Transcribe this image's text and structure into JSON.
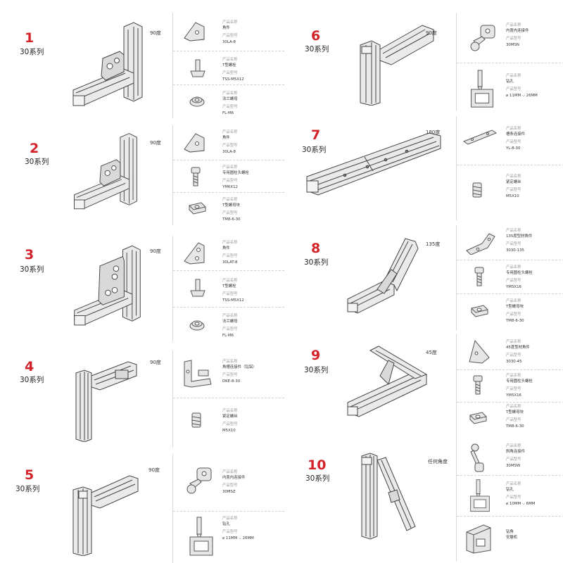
{
  "left": [
    {
      "number": "1",
      "series": "30系列",
      "angle": "90度",
      "parts": [
        {
          "icon": "corner-bracket-icon",
          "name_label": "产品名称",
          "name": "角件",
          "model_label": "产品型号",
          "model": "30LA-8"
        },
        {
          "icon": "t-bolt-icon",
          "name_label": "产品名称",
          "name": "T型螺栓",
          "model_label": "产品型号",
          "model": "TSS-M5X12"
        },
        {
          "icon": "flange-nut-icon",
          "name_label": "产品名称",
          "name": "法兰螺母",
          "model_label": "产品型号",
          "model": "FL-M6"
        }
      ]
    },
    {
      "number": "2",
      "series": "30系列",
      "angle": "90度",
      "parts": [
        {
          "icon": "corner-bracket-icon",
          "name_label": "产品名称",
          "name": "角件",
          "model_label": "产品型号",
          "model": "30LA-8"
        },
        {
          "icon": "socket-cap-screw-icon",
          "name_label": "产品名称",
          "name": "专用圆柱头螺栓",
          "model_label": "产品型号",
          "model": "YM6X12"
        },
        {
          "icon": "t-nut-block-icon",
          "name_label": "产品名称",
          "name": "T型螺母块",
          "model_label": "产品型号",
          "model": "TM8-6-30"
        }
      ]
    },
    {
      "number": "3",
      "series": "30系列",
      "angle": "90度",
      "parts": [
        {
          "icon": "corner-bracket-icon",
          "name_label": "产品名称",
          "name": "角件",
          "model_label": "产品型号",
          "model": "30LAT-8"
        },
        {
          "icon": "t-bolt-icon",
          "name_label": "产品名称",
          "name": "T型螺栓",
          "model_label": "产品型号",
          "model": "TSS-M5X12"
        },
        {
          "icon": "flange-nut-icon",
          "name_label": "产品名称",
          "name": "法兰螺母",
          "model_label": "产品型号",
          "model": "FL-M6"
        }
      ]
    },
    {
      "number": "4",
      "series": "30系列",
      "angle": "90度",
      "parts": [
        {
          "icon": "l-connector-icon",
          "name_label": "产品名称",
          "name": "角槽连接件（钻铝）",
          "model_label": "产品型号",
          "model": "DKE-8-30"
        },
        {
          "icon": "set-screw-icon",
          "name_label": "产品名称",
          "name": "紧定螺丝",
          "model_label": "产品型号",
          "model": "M5X10"
        }
      ]
    },
    {
      "number": "5",
      "series": "30系列",
      "angle": "90度",
      "parts": [
        {
          "icon": "internal-connector-icon",
          "name_label": "产品名称",
          "name": "内置内连接件",
          "model_label": "产品型号",
          "model": "30MSZ"
        },
        {
          "icon": "drill-icon",
          "name_label": "产品名称",
          "name": "钻孔",
          "model_label": "产品型号",
          "model": "⌀ 11MM ⌵ 26MM"
        }
      ]
    }
  ],
  "right": [
    {
      "number": "6",
      "series": "30系列",
      "angle": "90度",
      "parts": [
        {
          "icon": "internal-connector-icon",
          "name_label": "产品名称",
          "name": "内置内连接件",
          "model_label": "产品型号",
          "model": "30MSN"
        },
        {
          "icon": "drill-icon",
          "name_label": "产品名称",
          "name": "钻孔",
          "model_label": "产品型号",
          "model": "⌀ 11MM ⌵ 26MM"
        }
      ]
    },
    {
      "number": "7",
      "series": "30系列",
      "angle": "180度",
      "parts": [
        {
          "icon": "slot-connector-icon",
          "name_label": "产品名称",
          "name": "槽条连接件",
          "model_label": "产品型号",
          "model": "YL-8-30"
        },
        {
          "icon": "set-screw-icon",
          "name_label": "产品名称",
          "name": "紧定螺丝",
          "model_label": "产品型号",
          "model": "M5X10"
        }
      ]
    },
    {
      "number": "8",
      "series": "30系列",
      "angle": "135度",
      "parts": [
        {
          "icon": "angle-bracket-135-icon",
          "name_label": "产品名称",
          "name": "135度型材角件",
          "model_label": "产品型号",
          "model": "3030-135"
        },
        {
          "icon": "socket-cap-screw-icon",
          "name_label": "产品名称",
          "name": "专用圆柱头螺栓",
          "model_label": "产品型号",
          "model": "YM5X16"
        },
        {
          "icon": "t-nut-block-icon",
          "name_label": "产品名称",
          "name": "T型螺母块",
          "model_label": "产品型号",
          "model": "TM8-6-30"
        }
      ]
    },
    {
      "number": "9",
      "series": "30系列",
      "angle": "45度",
      "parts": [
        {
          "icon": "angle-bracket-45-icon",
          "name_label": "产品名称",
          "name": "45度型材角件",
          "model_label": "产品型号",
          "model": "3030-45"
        },
        {
          "icon": "socket-cap-screw-icon",
          "name_label": "产品名称",
          "name": "专用圆柱头螺栓",
          "model_label": "产品型号",
          "model": "YM5X16"
        },
        {
          "icon": "t-nut-block-icon",
          "name_label": "产品名称",
          "name": "T型螺母块",
          "model_label": "产品型号",
          "model": "TM8-6-30"
        }
      ]
    },
    {
      "number": "10",
      "series": "30系列",
      "angle": "任何角度",
      "parts": [
        {
          "icon": "oblique-connector-icon",
          "name_label": "产品名称",
          "name": "斜角连接件",
          "model_label": "产品型号",
          "model": "30MSW"
        },
        {
          "icon": "drill-icon",
          "name_label": "产品名称",
          "name": "钻孔",
          "model_label": "产品型号",
          "model": "⌀ 10MM ⌵ 6MM"
        },
        {
          "icon": "drill-jig-icon",
          "name_label": "",
          "name": "钻角",
          "model_label": "",
          "model": "安展机"
        }
      ]
    }
  ],
  "colors": {
    "number": "#d2232a",
    "profile_fill": "#e9e9e9",
    "profile_stroke": "#444444",
    "divider": "#d9d9d9"
  }
}
